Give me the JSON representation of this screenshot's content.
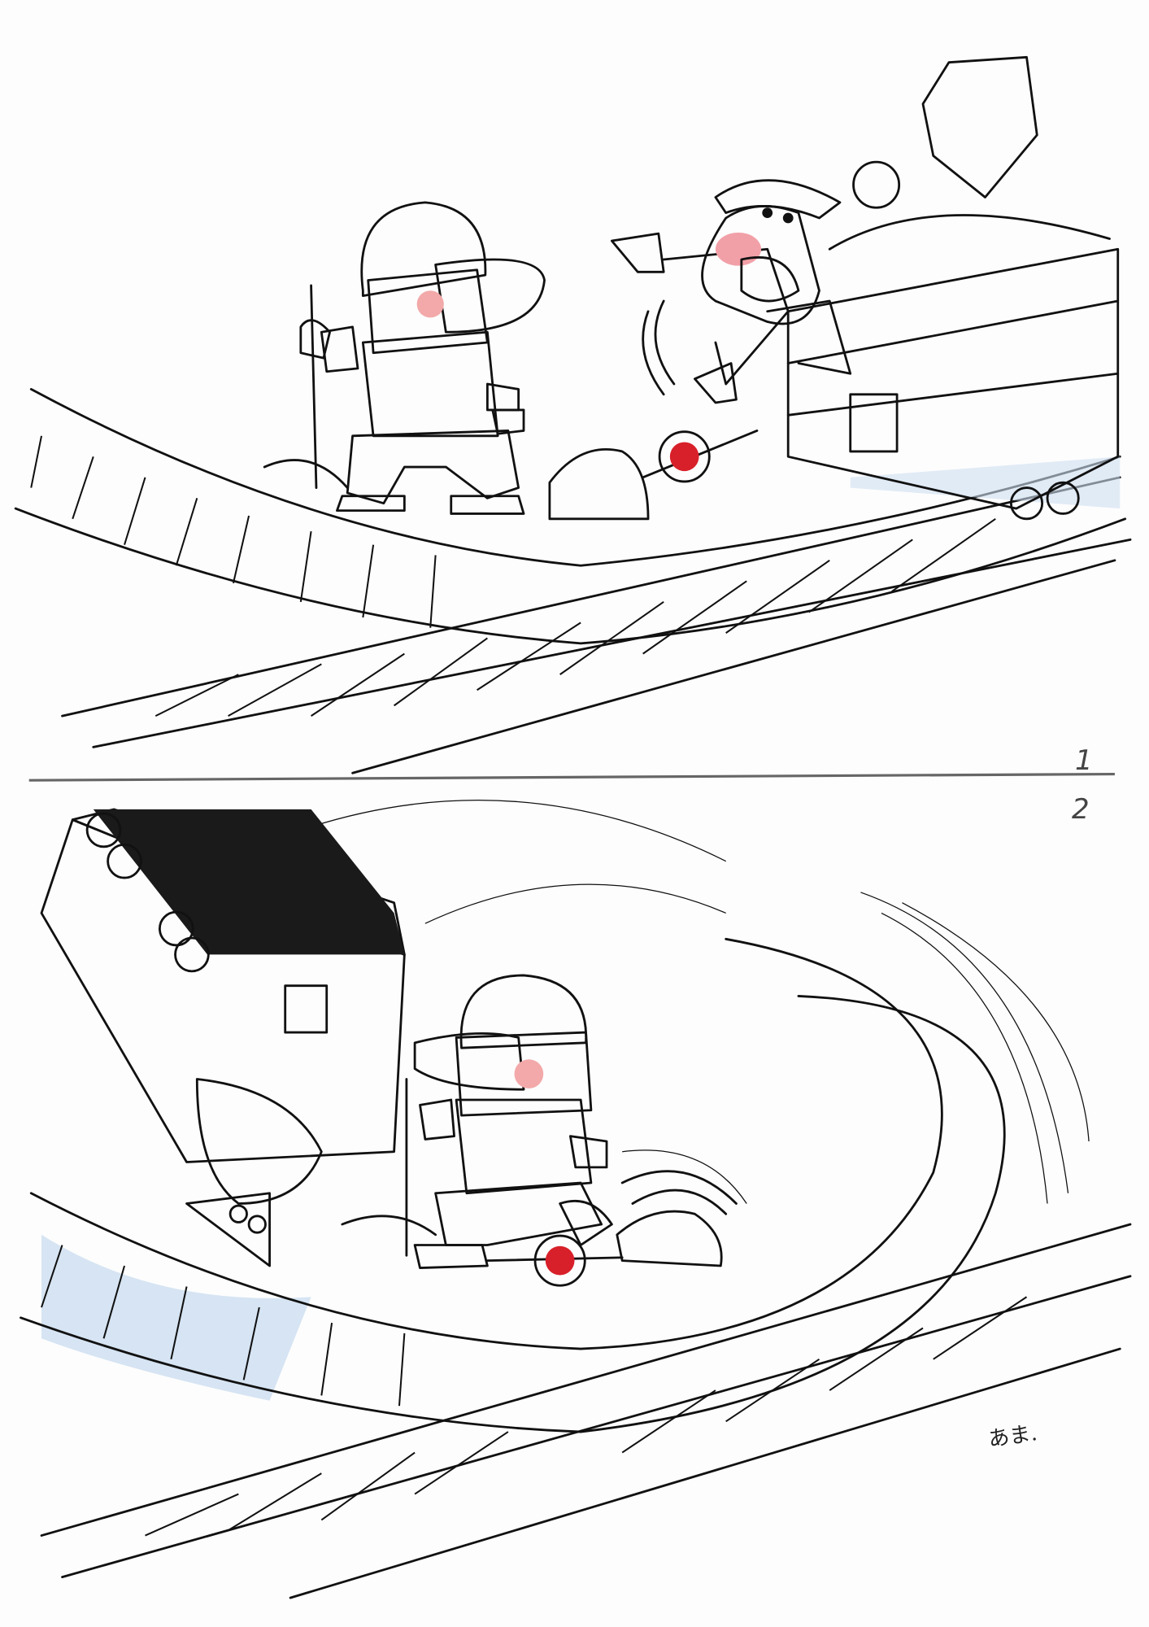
{
  "panels": [
    {
      "number": "1"
    },
    {
      "number": "2"
    }
  ],
  "signature": "あま.",
  "colors": {
    "skin": "#f6e7a6",
    "uniform": "#cfdff0",
    "signal_red": "#d8202a",
    "coal": "#1a1a1a",
    "rail_shadow": "#c5d9ee"
  }
}
